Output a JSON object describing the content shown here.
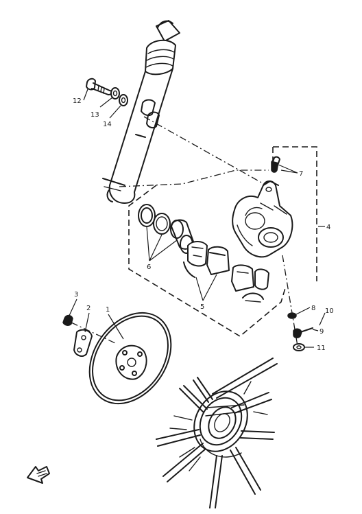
{
  "callouts": [
    {
      "id": "c1",
      "label": "1"
    },
    {
      "id": "c2",
      "label": "2"
    },
    {
      "id": "c3",
      "label": "3"
    },
    {
      "id": "c4",
      "label": "4"
    },
    {
      "id": "c5",
      "label": "5"
    },
    {
      "id": "c6",
      "label": "6"
    },
    {
      "id": "c7",
      "label": "7"
    },
    {
      "id": "c8",
      "label": "8"
    },
    {
      "id": "c9",
      "label": "9"
    },
    {
      "id": "c10",
      "label": "10"
    },
    {
      "id": "c11",
      "label": "11"
    },
    {
      "id": "c12",
      "label": "12"
    },
    {
      "id": "c13",
      "label": "13"
    },
    {
      "id": "c14",
      "label": "14"
    }
  ],
  "colors": {
    "ink": "#1a1a1a",
    "paper": "#ffffff"
  },
  "icons": {
    "direction_arrow": "front-direction-arrow-icon"
  }
}
